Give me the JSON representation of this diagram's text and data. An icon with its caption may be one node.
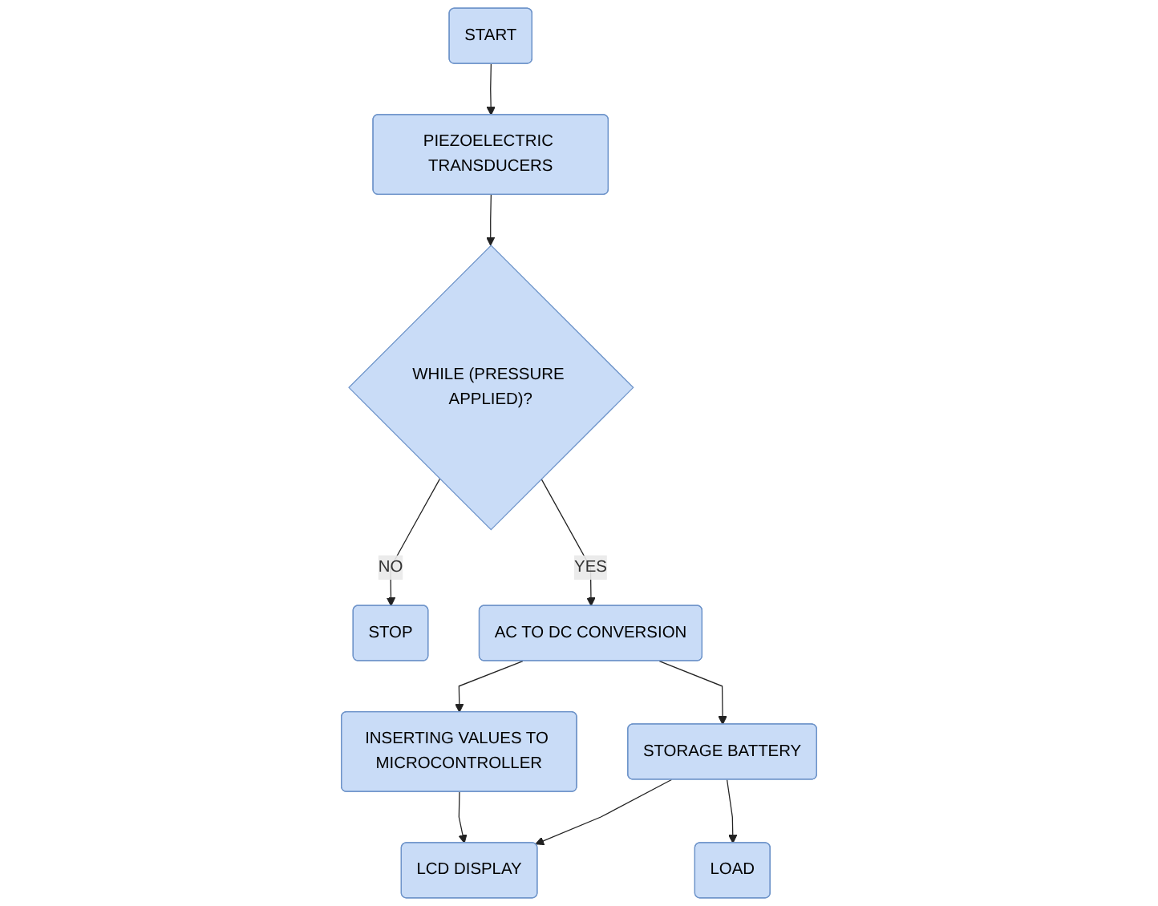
{
  "diagram": {
    "nodes": [
      {
        "text": [
          "START"
        ]
      },
      {
        "text": [
          "PIEZOELECTRIC TRANSDUCERS"
        ]
      },
      {
        "text": [
          "WHILE (PRESSURE APPLIED)?"
        ]
      },
      {
        "text": [
          "STOP"
        ]
      },
      {
        "text": [
          "AC TO DC CONVERSION"
        ]
      },
      {
        "text": [
          "INSERTING VALUES TO MICROCONTROLLER"
        ]
      },
      {
        "text": [
          "STORAGE BATTERY"
        ]
      },
      {
        "text": [
          "LCD DISPLAY"
        ]
      },
      {
        "text": [
          "LOAD"
        ]
      }
    ],
    "edges": [
      {
        "from": 0,
        "to": 1,
        "arrow": "to"
      },
      {
        "from": 1,
        "to": 2,
        "arrow": "to"
      },
      {
        "from": 2,
        "to": 3,
        "arrow": "to",
        "label": "NO"
      },
      {
        "from": 2,
        "to": 4,
        "arrow": "to",
        "label": "YES"
      },
      {
        "from": 4,
        "to": 5,
        "arrow": "to"
      },
      {
        "from": 4,
        "to": 6,
        "arrow": "to"
      },
      {
        "from": 5,
        "to": 7,
        "arrow": "to"
      },
      {
        "from": 6,
        "to": 7,
        "arrow": "to"
      },
      {
        "from": 6,
        "to": 8,
        "arrow": "to"
      }
    ]
  }
}
